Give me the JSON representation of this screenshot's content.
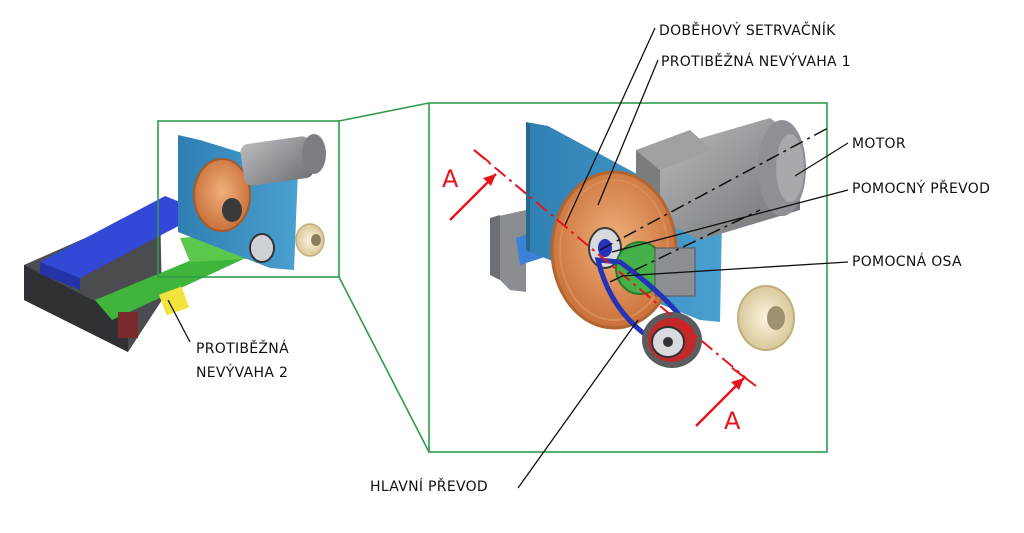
{
  "labels": {
    "flywheel": "DOBĚHOVÝ SETRVAČNÍK",
    "counter_unbalance_1": "PROTIBĚŽNÁ NEVÝVAHA 1",
    "motor": "MOTOR",
    "aux_transmission": "POMOCNÝ PŘEVOD",
    "aux_axis": "POMOCNÁ OSA",
    "main_transmission": "HLAVNÍ PŘEVOD",
    "counter_unbalance_2_line1": "PROTIBĚŽNÁ",
    "counter_unbalance_2_line2": "NEVÝVAHA 2"
  },
  "section": {
    "top": "A",
    "bottom": "A"
  },
  "colors": {
    "frame_green": "#2e9c4a",
    "section_red": "#e8141b",
    "plate_blue": "#3d8fc0",
    "wheel_orange": "#e38a4d",
    "motor_gray": "#8d8f93",
    "belt_blue": "#2433b8",
    "pulley_red": "#c22a2a"
  }
}
